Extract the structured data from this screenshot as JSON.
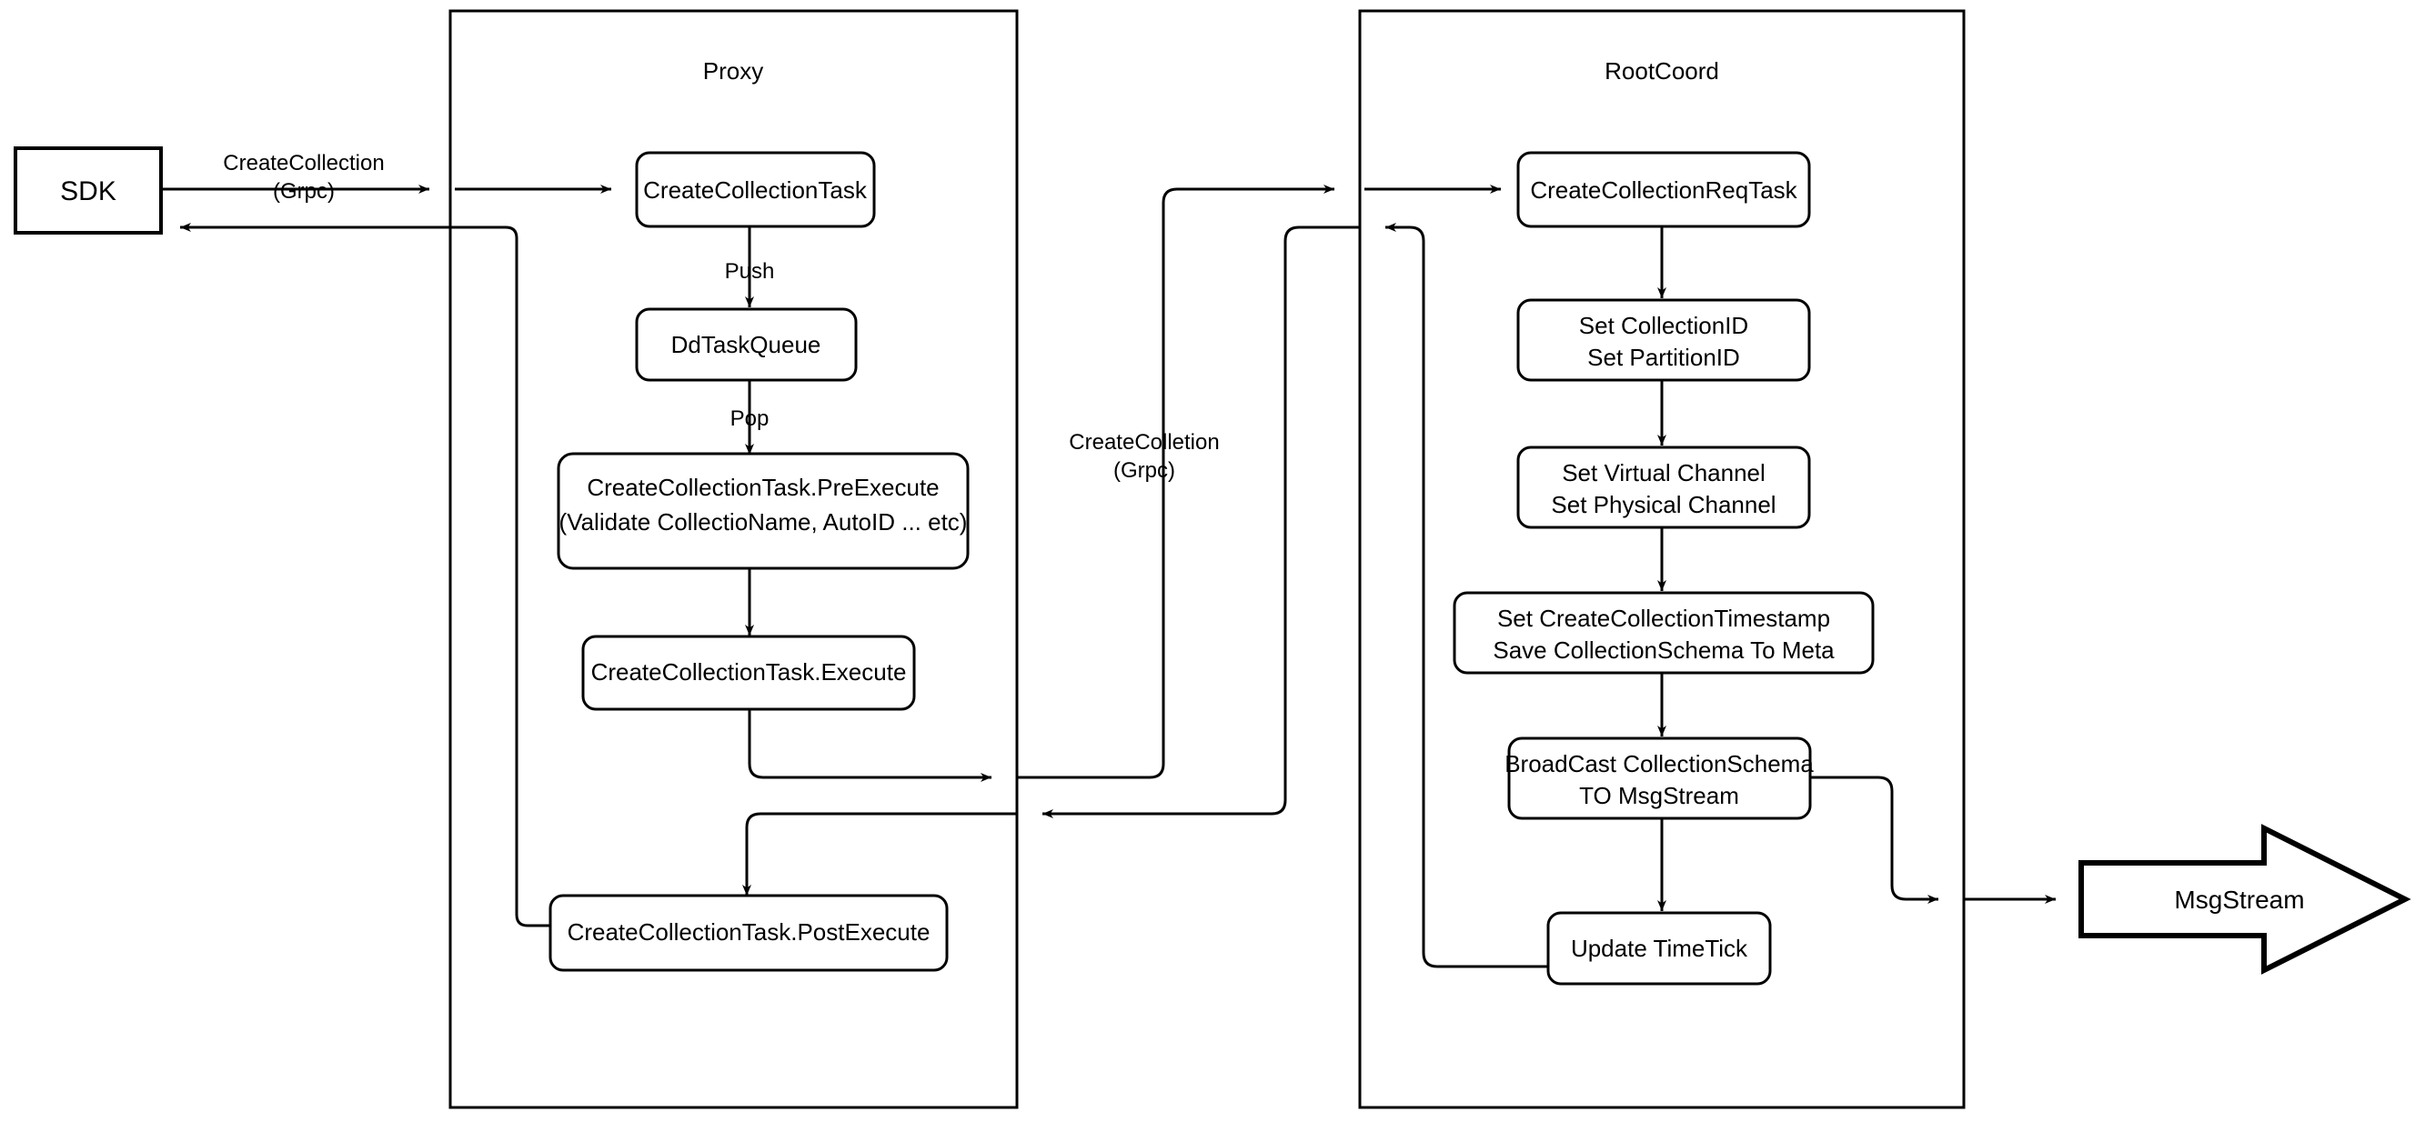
{
  "diagram": {
    "title": "Milvus CreateCollection Flow",
    "colors": {
      "background": "#ffffff",
      "stroke": "#000000",
      "fill": "#ffffff"
    },
    "containers": [
      {
        "id": "proxy",
        "label": "Proxy"
      },
      {
        "id": "rootcoord",
        "label": "RootCoord"
      }
    ],
    "external_nodes": [
      {
        "id": "sdk",
        "label": "SDK",
        "shape": "rectangle"
      },
      {
        "id": "msgstream",
        "label": "MsgStream",
        "shape": "block-arrow"
      }
    ],
    "proxy_nodes": [
      {
        "id": "create-collection-task",
        "label": "CreateCollectionTask",
        "lines": [
          "CreateCollectionTask"
        ]
      },
      {
        "id": "dd-task-queue",
        "label": "DdTaskQueue",
        "lines": [
          "DdTaskQueue"
        ]
      },
      {
        "id": "pre-execute",
        "label": "CreateCollectionTask.PreExecute (Validate CollectioName, AutoID ... etc)",
        "lines": [
          "CreateCollectionTask.PreExecute",
          "(Validate CollectioName, AutoID ... etc)"
        ]
      },
      {
        "id": "execute",
        "label": "CreateCollectionTask.Execute",
        "lines": [
          "CreateCollectionTask.Execute"
        ]
      },
      {
        "id": "post-execute",
        "label": "CreateCollectionTask.PostExecute",
        "lines": [
          "CreateCollectionTask.PostExecute"
        ]
      }
    ],
    "rootcoord_nodes": [
      {
        "id": "create-collection-req-task",
        "label": "CreateCollectionReqTask",
        "lines": [
          "CreateCollectionReqTask"
        ]
      },
      {
        "id": "set-ids",
        "label": "Set CollectionID Set PartitionID",
        "lines": [
          "Set CollectionID",
          "Set PartitionID"
        ]
      },
      {
        "id": "set-channels",
        "label": "Set Virtual Channel Set Physical Channel",
        "lines": [
          "Set Virtual Channel",
          "Set Physical Channel"
        ]
      },
      {
        "id": "set-timestamp-save-meta",
        "label": "Set CreateCollectionTimestamp Save CollectionSchema To Meta",
        "lines": [
          "Set CreateCollectionTimestamp",
          "Save CollectionSchema To Meta"
        ]
      },
      {
        "id": "broadcast-schema",
        "label": "BroadCast CollectionSchema TO MsgStream",
        "lines": [
          "BroadCast CollectionSchema",
          "TO MsgStream"
        ]
      },
      {
        "id": "update-timetick",
        "label": "Update TimeTick",
        "lines": [
          "Update TimeTick"
        ]
      }
    ],
    "edge_labels": [
      {
        "id": "sdk-to-proxy",
        "lines": [
          "CreateCollection",
          "(Grpc)"
        ]
      },
      {
        "id": "push",
        "lines": [
          "Push"
        ]
      },
      {
        "id": "pop",
        "lines": [
          "Pop"
        ]
      },
      {
        "id": "proxy-to-rootcoord",
        "lines": [
          "CreateColletion",
          "(Grpc)"
        ]
      }
    ],
    "edges": [
      {
        "id": "sdk-request",
        "from": "sdk",
        "to": "create-collection-task",
        "label": "CreateCollection (Grpc)"
      },
      {
        "id": "sdk-response",
        "from": "post-execute",
        "to": "sdk",
        "label": ""
      },
      {
        "id": "task-to-queue",
        "from": "create-collection-task",
        "to": "dd-task-queue",
        "label": "Push"
      },
      {
        "id": "queue-to-preexecute",
        "from": "dd-task-queue",
        "to": "pre-execute",
        "label": "Pop"
      },
      {
        "id": "preexecute-to-execute",
        "from": "pre-execute",
        "to": "execute",
        "label": ""
      },
      {
        "id": "execute-to-rootcoord",
        "from": "execute",
        "to": "create-collection-req-task",
        "label": "CreateColletion (Grpc)"
      },
      {
        "id": "rootcoord-to-postexecute",
        "from": "update-timetick",
        "to": "post-execute",
        "label": ""
      },
      {
        "id": "reqtask-to-setids",
        "from": "create-collection-req-task",
        "to": "set-ids",
        "label": ""
      },
      {
        "id": "setids-to-setchannels",
        "from": "set-ids",
        "to": "set-channels",
        "label": ""
      },
      {
        "id": "setchannels-to-meta",
        "from": "set-channels",
        "to": "set-timestamp-save-meta",
        "label": ""
      },
      {
        "id": "meta-to-broadcast",
        "from": "set-timestamp-save-meta",
        "to": "broadcast-schema",
        "label": ""
      },
      {
        "id": "broadcast-to-timetick",
        "from": "broadcast-schema",
        "to": "update-timetick",
        "label": ""
      },
      {
        "id": "broadcast-to-msgstream",
        "from": "broadcast-schema",
        "to": "msgstream",
        "label": ""
      }
    ]
  }
}
